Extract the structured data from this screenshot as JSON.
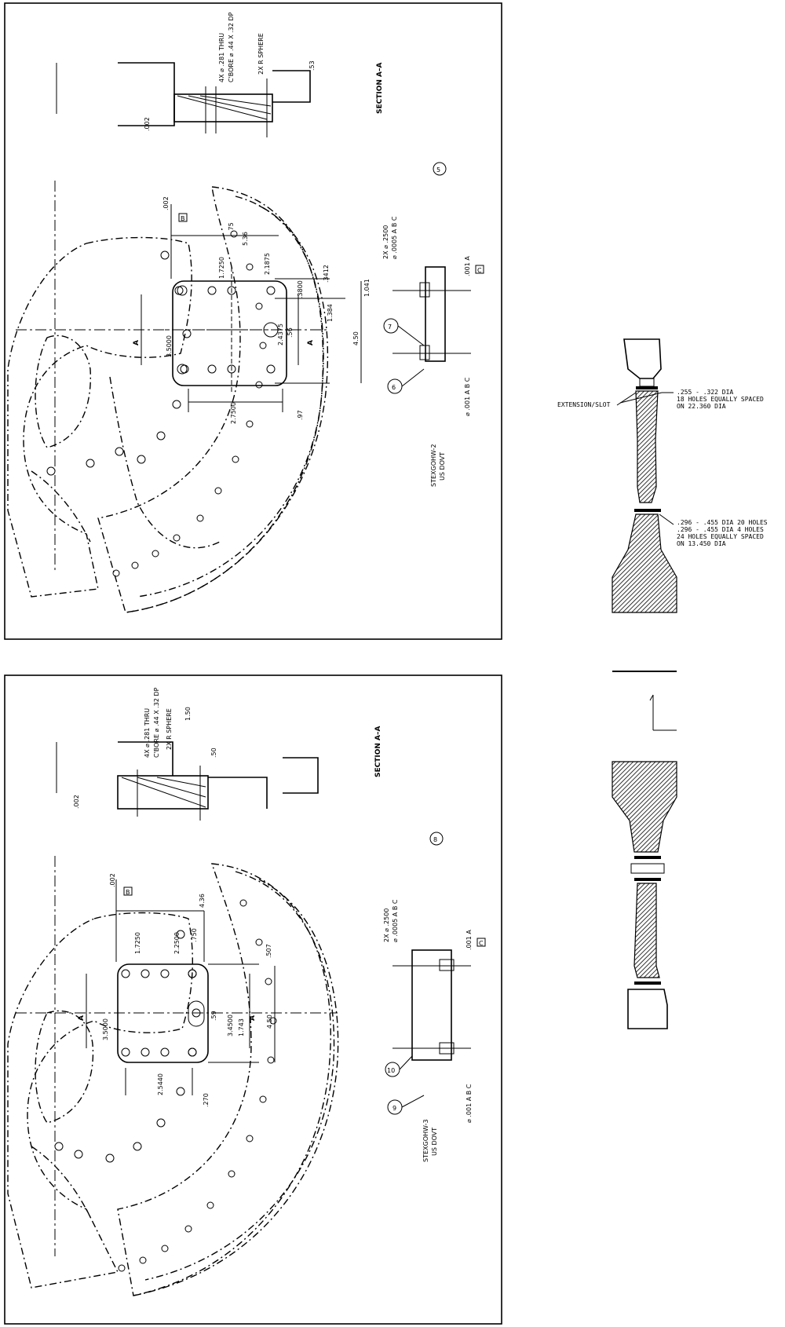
{
  "sheet_top": {
    "section_label": "SECTION A–A",
    "sheet_number": "5",
    "cut_marker": "A",
    "balloons": [
      "6",
      "7"
    ],
    "datums": [
      "A",
      "B",
      "C"
    ],
    "part_number": "STEXGOHW-2",
    "part_note": "US DOVT",
    "section_notes": [
      "4X ⌀ .281 THRU",
      "C'BORE ⌀ .44 X .32 DP",
      "2X R SPHERE"
    ],
    "dims": [
      ".002",
      ".53",
      ".75",
      "5.36",
      "1.7250",
      "2.1875",
      ".3800",
      "3.5000",
      ".56",
      "4.50",
      "2.4375",
      "2.7500",
      "1.041",
      "1.384",
      ".3412",
      ".97"
    ],
    "fcf_bottom": [
      "2X ⌀ .2500",
      "⌀ .0005 A B C",
      "⌀ .001 A B C",
      ".001 A"
    ]
  },
  "sheet_bottom": {
    "section_label": "SECTION A–A",
    "sheet_number": "8",
    "cut_marker": "A",
    "balloons": [
      "9",
      "10"
    ],
    "datums": [
      "A",
      "B",
      "C"
    ],
    "part_number": "STEXGOHW-3",
    "part_note": "US DOVT",
    "section_notes": [
      "4X ⌀ .281 THRU",
      "C'BORE ⌀ .44 X .32 DP",
      "2X R SPHERE"
    ],
    "dims": [
      ".002",
      ".50",
      "1.50",
      "4.36",
      "1.7250",
      "2.2500",
      ".750",
      "3.5000",
      ".59",
      "3.4500",
      "1.743",
      "4.50",
      "2.5440",
      ".270",
      ".507"
    ],
    "fcf_bottom": [
      "2X ⌀ .2500",
      "⌀ .0005 A B C",
      "⌀ .001 A B C",
      ".001 A"
    ]
  },
  "spec_callouts": {
    "top": [
      ".255 - .322 DIA",
      "18 HOLES EQUALLY SPACED",
      "ON 22.360 DIA"
    ],
    "leader_label": "EXTENSION/SLOT",
    "mid": [
      ".296 - .455 DIA 20 HOLES",
      ".296 - .455 DIA 4 HOLES",
      "24 HOLES EQUALLY SPACED",
      "ON 13.450 DIA"
    ]
  }
}
